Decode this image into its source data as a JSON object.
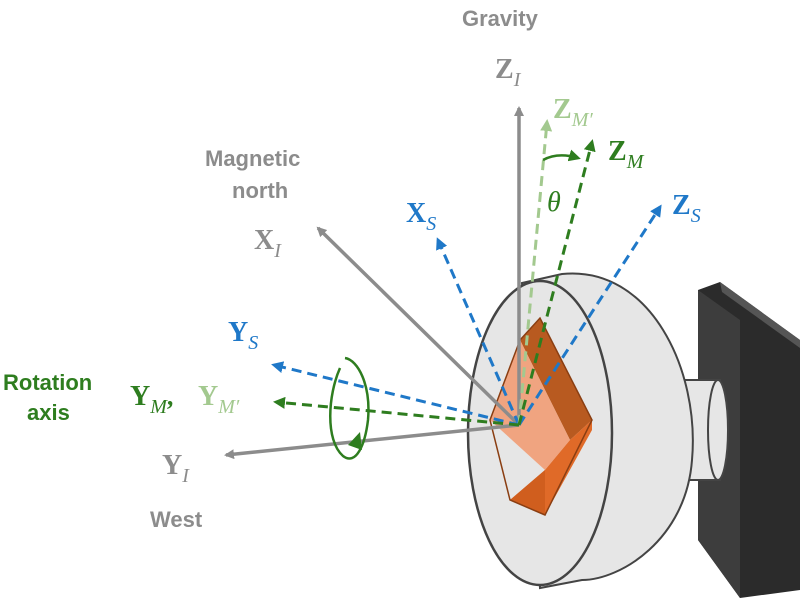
{
  "colors": {
    "inertial": "#8c8c8c",
    "sensor": "#1f78c8",
    "magnetometer": "#2e7d1f",
    "magnetometer_prime": "#a3c98f",
    "theta_label": "#2e7d1f",
    "orange": "#e87a3e",
    "disk": "#e6e6e6",
    "mount": "#3a3a3a"
  },
  "labels": {
    "gravity": "Gravity",
    "magnetic_north_line1": "Magnetic",
    "magnetic_north_line2": "north",
    "rotation_axis_line1": "Rotation",
    "rotation_axis_line2": "axis",
    "west": "West",
    "theta": "θ"
  },
  "axes": {
    "z_i": {
      "main": "Z",
      "sub": "I"
    },
    "x_i": {
      "main": "X",
      "sub": "I"
    },
    "y_i": {
      "main": "Y",
      "sub": "I"
    },
    "x_s": {
      "main": "X",
      "sub": "S"
    },
    "y_s": {
      "main": "Y",
      "sub": "S"
    },
    "z_s": {
      "main": "Z",
      "sub": "S"
    },
    "z_m": {
      "main": "Z",
      "sub": "M"
    },
    "z_m_prime": {
      "main": "Z",
      "sub": "M′"
    },
    "y_m": {
      "main": "Y",
      "sub": "M",
      "sep": ","
    },
    "y_m_prime": {
      "main": "Y",
      "sub": "M′"
    }
  }
}
